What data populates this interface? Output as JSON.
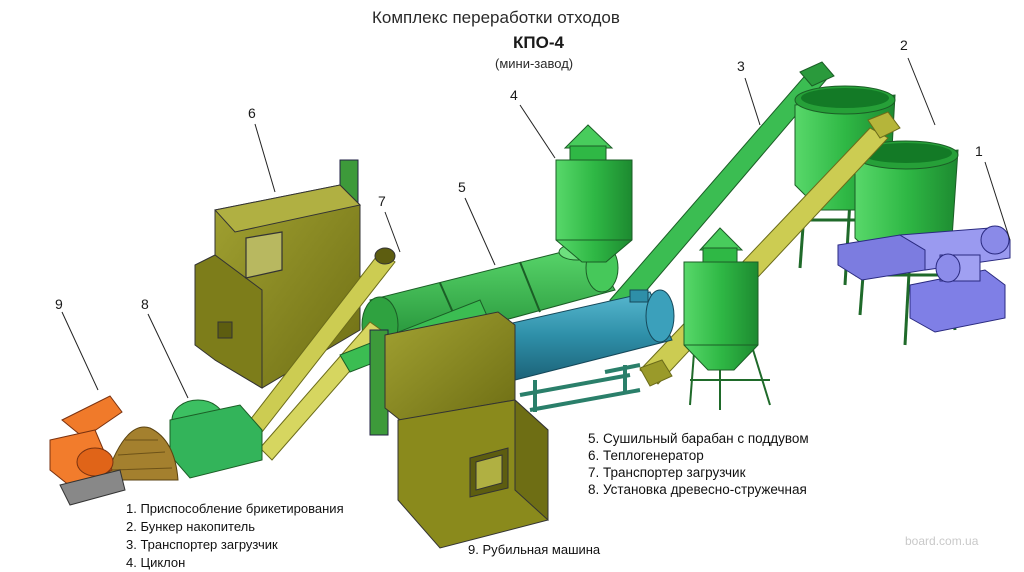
{
  "header": {
    "title": "Комплекс переработки отходов",
    "model": "КПО-4",
    "note": "(мини-завод)"
  },
  "callouts": [
    "1",
    "2",
    "3",
    "4",
    "5",
    "6",
    "7",
    "8",
    "9"
  ],
  "legend_left": [
    "1. Приспособление брикетирования",
    "2. Бункер накопитель",
    "3. Транспортер загрузчик",
    "4. Циклон"
  ],
  "legend_right": [
    "5. Сушильный барабан с поддувом",
    "6. Теплогенератор",
    "7. Транспортер загрузчик",
    "8. Установка древесно-стружечная"
  ],
  "legend_bottom": "9. Рубильная машина",
  "watermark": "board.com.ua",
  "colors": {
    "green": "#33c24a",
    "olive": "#8a8a1c",
    "blue": "#2e8fa8",
    "yellow": "#c8c84a",
    "violet": "#7f7fe6",
    "orange": "#f07a2a",
    "frame": "#2a7f6a"
  }
}
